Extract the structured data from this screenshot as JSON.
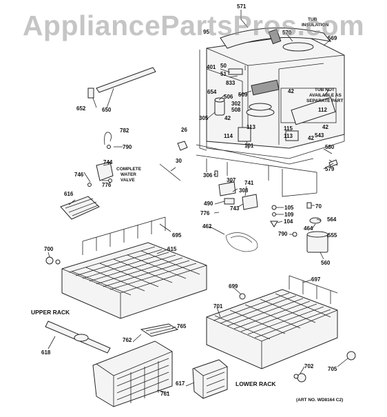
{
  "watermark": "AppliancePartsPros.com",
  "art_no": "(ART NO. WD8164 C2)",
  "captions": {
    "complete_water_valve": [
      "COMPLETE",
      "WATER",
      "VALVE"
    ],
    "tub_insulation": [
      "TUB",
      "INSULATION"
    ],
    "tub_not_available": [
      "TUB NOT",
      "AVAILABLE AS",
      "SEPARATE PART"
    ],
    "upper_rack": "UPPER RACK",
    "lower_rack": "LOWER RACK"
  },
  "part_labels": [
    {
      "id": "p571",
      "text": "571"
    },
    {
      "id": "p570",
      "text": "570"
    },
    {
      "id": "p569",
      "text": "569"
    },
    {
      "id": "p95",
      "text": "95"
    },
    {
      "id": "p50",
      "text": "50"
    },
    {
      "id": "p401",
      "text": "401"
    },
    {
      "id": "p51",
      "text": "51"
    },
    {
      "id": "p833",
      "text": "833"
    },
    {
      "id": "p654",
      "text": "654"
    },
    {
      "id": "p509",
      "text": "509"
    },
    {
      "id": "p506",
      "text": "506"
    },
    {
      "id": "p302",
      "text": "302"
    },
    {
      "id": "p508",
      "text": "508"
    },
    {
      "id": "p42a",
      "text": "42"
    },
    {
      "id": "p42b",
      "text": "42"
    },
    {
      "id": "p42c",
      "text": "42"
    },
    {
      "id": "p42d",
      "text": "42"
    },
    {
      "id": "p112",
      "text": "112"
    },
    {
      "id": "p543",
      "text": "543"
    },
    {
      "id": "p115",
      "text": "115"
    },
    {
      "id": "p113a",
      "text": "113"
    },
    {
      "id": "p113b",
      "text": "113"
    },
    {
      "id": "p114",
      "text": "114"
    },
    {
      "id": "p101",
      "text": "101"
    },
    {
      "id": "p305",
      "text": "305"
    },
    {
      "id": "p652",
      "text": "652"
    },
    {
      "id": "p650",
      "text": "650"
    },
    {
      "id": "p782",
      "text": "782"
    },
    {
      "id": "p790a",
      "text": "790"
    },
    {
      "id": "p26",
      "text": "26"
    },
    {
      "id": "p580",
      "text": "580"
    },
    {
      "id": "p579",
      "text": "579"
    },
    {
      "id": "p744",
      "text": "744"
    },
    {
      "id": "p746",
      "text": "746"
    },
    {
      "id": "p776a",
      "text": "776"
    },
    {
      "id": "p30",
      "text": "30"
    },
    {
      "id": "p306",
      "text": "306"
    },
    {
      "id": "p307",
      "text": "307"
    },
    {
      "id": "p308",
      "text": "308"
    },
    {
      "id": "p741",
      "text": "741"
    },
    {
      "id": "p490",
      "text": "490"
    },
    {
      "id": "p743",
      "text": "743"
    },
    {
      "id": "p105",
      "text": "105"
    },
    {
      "id": "p109",
      "text": "109"
    },
    {
      "id": "p104",
      "text": "104"
    },
    {
      "id": "p70",
      "text": "70"
    },
    {
      "id": "p564",
      "text": "564"
    },
    {
      "id": "p464",
      "text": "464"
    },
    {
      "id": "p555",
      "text": "555"
    },
    {
      "id": "p790b",
      "text": "790"
    },
    {
      "id": "p560",
      "text": "560"
    },
    {
      "id": "p616",
      "text": "616"
    },
    {
      "id": "p776b",
      "text": "776"
    },
    {
      "id": "p462",
      "text": "462"
    },
    {
      "id": "p695",
      "text": "695"
    },
    {
      "id": "p700",
      "text": "700"
    },
    {
      "id": "p615",
      "text": "615"
    },
    {
      "id": "p699",
      "text": "699"
    },
    {
      "id": "p697",
      "text": "697"
    },
    {
      "id": "p701",
      "text": "701"
    },
    {
      "id": "p765",
      "text": "765"
    },
    {
      "id": "p762",
      "text": "762"
    },
    {
      "id": "p618",
      "text": "618"
    },
    {
      "id": "p761",
      "text": "761"
    },
    {
      "id": "p617",
      "text": "617"
    },
    {
      "id": "p702",
      "text": "702"
    },
    {
      "id": "p705",
      "text": "705"
    }
  ]
}
